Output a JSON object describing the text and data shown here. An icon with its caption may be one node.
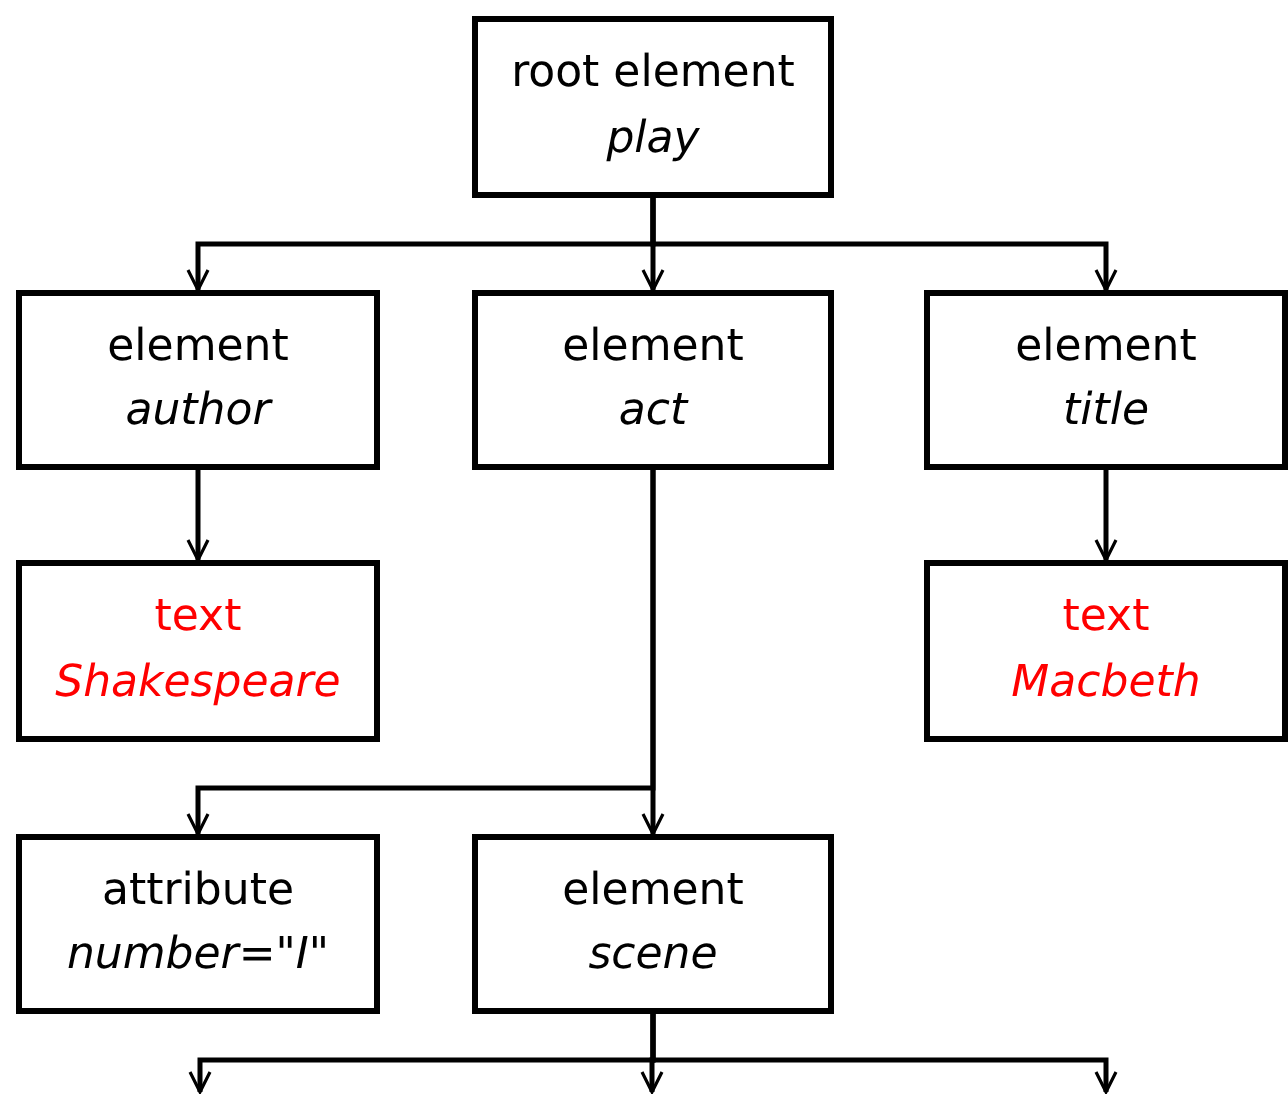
{
  "diagram": {
    "nodes": [
      {
        "text": [
          "root element",
          "play"
        ]
      },
      {
        "text": [
          "element",
          "author"
        ]
      },
      {
        "text": [
          "element",
          "act"
        ]
      },
      {
        "text": [
          "element",
          "title"
        ]
      },
      {
        "text": [
          "text",
          "Shakespeare"
        ]
      },
      {
        "text": [
          "text",
          "Macbeth"
        ]
      },
      {
        "text": [
          "attribute",
          "number=\"I\""
        ]
      },
      {
        "text": [
          "element",
          "scene"
        ]
      }
    ],
    "edges": [
      {
        "from": 0,
        "to": 1,
        "arrow": "to"
      },
      {
        "from": 0,
        "to": 2,
        "arrow": "to"
      },
      {
        "from": 0,
        "to": 3,
        "arrow": "to"
      },
      {
        "from": 1,
        "to": 4,
        "arrow": "to"
      },
      {
        "from": 3,
        "to": 5,
        "arrow": "to"
      },
      {
        "from": 2,
        "to": 6,
        "arrow": "to"
      },
      {
        "from": 2,
        "to": 7,
        "arrow": "to"
      },
      {
        "from": 7,
        "to": null,
        "arrow": "to"
      },
      {
        "from": 7,
        "to": null,
        "arrow": "to"
      },
      {
        "from": 7,
        "to": null,
        "arrow": "to"
      }
    ]
  }
}
